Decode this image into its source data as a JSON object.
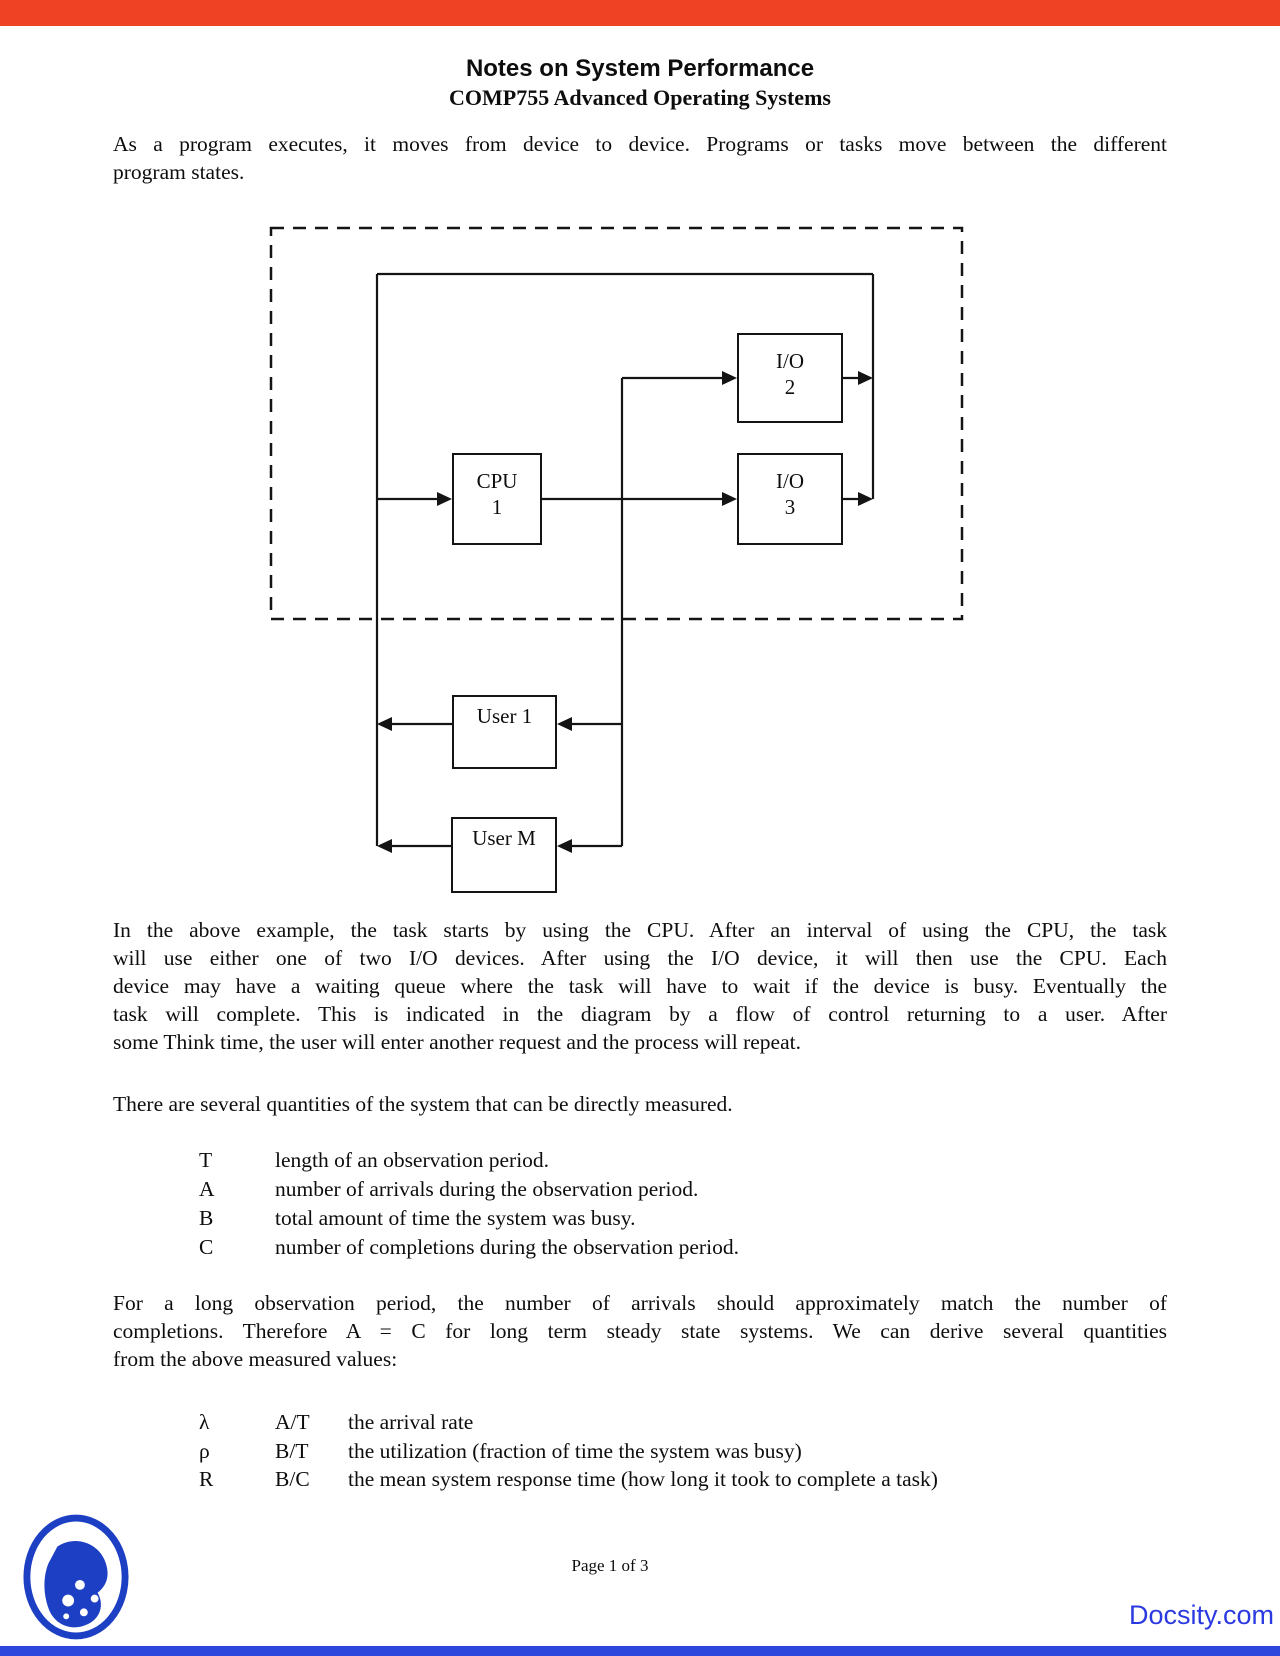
{
  "page": {
    "top_bar_color": "#ef4123",
    "bottom_bar_color": "#2d47dd",
    "brand_blue": "#1d3fc4",
    "watermark_blue": "#2b3ae0"
  },
  "header": {
    "title": "Notes on System Performance",
    "subtitle": "COMP755 Advanced Operating Systems"
  },
  "intro": {
    "line1": "As a program executes, it moves from device to device.  Programs or tasks move between the different",
    "line2": "program states."
  },
  "diagram": {
    "cpu1": {
      "label": "CPU",
      "sub": "1"
    },
    "io2": {
      "label": "I/O",
      "sub": "2"
    },
    "io3": {
      "label": "I/O",
      "sub": "3"
    },
    "user1": {
      "label": "User 1"
    },
    "userM": {
      "label": "User M"
    }
  },
  "explain": {
    "line1": "In the above example, the task starts by using the CPU.  After an interval of using the CPU, the task",
    "line2": "will use either one of two I/O devices.  After using the I/O device, it will then use the CPU.  Each",
    "line3": "device may have a waiting queue where the task will have to wait if the device is busy.  Eventually the",
    "line4": "task will complete.  This is indicated in the diagram by a flow of control returning to a user.  After",
    "line5": "some Think time, the user will enter another request and the process will repeat."
  },
  "measured": {
    "intro": "There are several quantities of the system that can be directly measured.",
    "rows": [
      {
        "symbol": "T",
        "description": "length of an observation period."
      },
      {
        "symbol": "A",
        "description": "number of arrivals during the observation period."
      },
      {
        "symbol": "B",
        "description": "total amount of time the system was busy."
      },
      {
        "symbol": "C",
        "description": "number of completions during the observation period."
      }
    ]
  },
  "derive": {
    "line1": "For a long observation period, the number of arrivals should approximately match the number of",
    "line2": "completions.  Therefore A = C for long term steady state systems.  We can derive several quantities",
    "line3": "from the above measured values:"
  },
  "derived": {
    "rows": [
      {
        "symbol": "λ",
        "formula": "A/T",
        "description": "the arrival rate"
      },
      {
        "symbol": "ρ",
        "formula": "B/T",
        "description": "the utilization (fraction of time the system was busy)"
      },
      {
        "symbol": "R",
        "formula": "B/C",
        "description": "the mean system response time (how long it took to complete a task)"
      }
    ]
  },
  "footer": {
    "page_label": "Page 1 of 3",
    "watermark": "Docsity.com"
  }
}
